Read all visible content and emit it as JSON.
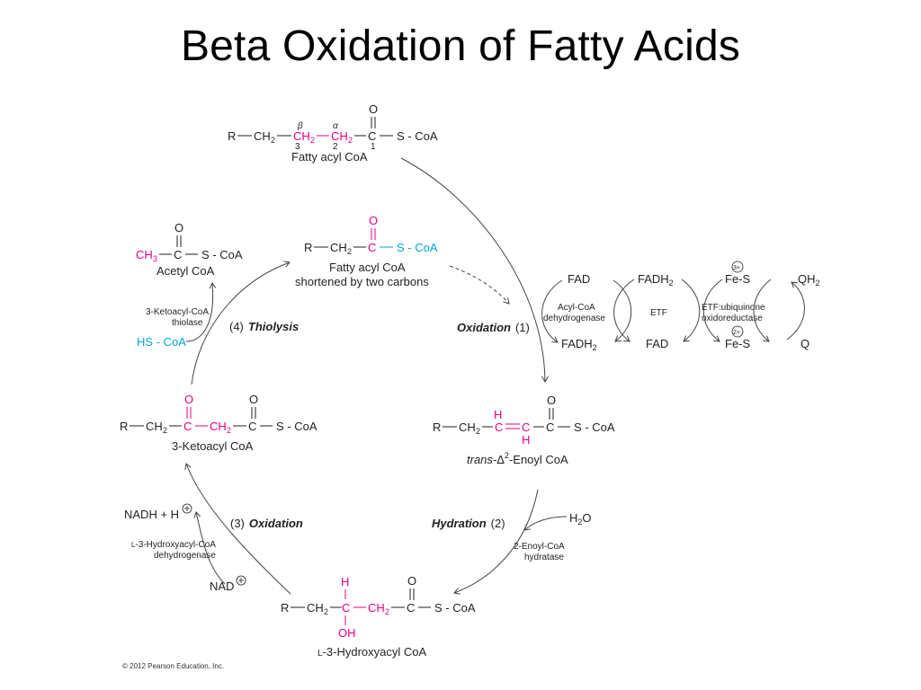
{
  "title": "Beta Oxidation of Fatty Acids",
  "copyright": "© 2012 Pearson Education, Inc.",
  "colors": {
    "magenta": "#e6007e",
    "cyan": "#00a6d6",
    "ink": "#231f20",
    "arrow": "#444444"
  },
  "molecules": {
    "fatty_acyl_coa": {
      "R": "R",
      "ch2_a": "CH",
      "ch2_b": "CH",
      "ch2_c": "CH",
      "c": "C",
      "o": "O",
      "scoa": "S - CoA",
      "sub2": "2",
      "beta": "β",
      "alpha": "α",
      "n3": "3",
      "n2": "2",
      "n1": "1",
      "name": "Fatty acyl CoA"
    },
    "shortened": {
      "R": "R",
      "ch2": "CH",
      "sub2": "2",
      "c": "C",
      "o": "O",
      "scoa": "S - CoA",
      "name1": "Fatty acyl CoA",
      "name2": "shortened by two carbons"
    },
    "acetyl_coa": {
      "ch3": "CH",
      "sub3": "3",
      "c": "C",
      "o": "O",
      "scoa": "S - CoA",
      "name": "Acetyl CoA"
    },
    "enoyl": {
      "R": "R",
      "ch2": "CH",
      "sub2": "2",
      "h_top": "H",
      "c1": "C",
      "c2": "C",
      "h_bot": "H",
      "c3": "C",
      "o": "O",
      "scoa": "S - CoA",
      "name_italic": "trans-",
      "name_delta": "Δ",
      "name_sup": "2",
      "name_rest": "-Enoyl CoA"
    },
    "ketoacyl": {
      "R": "R",
      "ch2_a": "CH",
      "c_k": "C",
      "o_k": "O",
      "ch2_b": "CH",
      "c": "C",
      "o": "O",
      "scoa": "S - CoA",
      "sub2": "2",
      "name": "3-Ketoacyl CoA"
    },
    "hydroxyacyl": {
      "R": "R",
      "ch2_a": "CH",
      "h": "H",
      "c_oh": "C",
      "oh": "OH",
      "ch2_b": "CH",
      "c": "C",
      "o": "O",
      "scoa": "S - CoA",
      "sub2": "2",
      "name_prefix": "L",
      "name": "-3-Hydroxyacyl CoA"
    }
  },
  "steps": {
    "oxidation1": {
      "label": "Oxidation",
      "num": "(1)"
    },
    "hydration": {
      "label": "Hydration",
      "num": "(2)",
      "reagent": "H",
      "reagent_sub": "2",
      "reagent_tail": "O",
      "enzyme1": "2-Enoyl-CoA",
      "enzyme2": "hydratase"
    },
    "oxidation3": {
      "num": "(3)",
      "label": "Oxidation",
      "nadh": "NADH + H",
      "nad": "NAD",
      "enzyme_prefix": "L",
      "enzyme1": "-3-Hydroxyacyl-CoA",
      "enzyme2": "dehydrogenase"
    },
    "thiolysis": {
      "num": "(4)",
      "label": "Thiolysis",
      "enzyme1": "3-Ketoacyl-CoA",
      "enzyme2": "thiolase",
      "hscoa": "HS - CoA"
    }
  },
  "etc": {
    "fad_top": "FAD",
    "fadh2_bot": "FADH",
    "fadh2_top": "FADH",
    "fad_bot": "FAD",
    "sub2": "2",
    "acyl_dh1": "Acyl-CoA",
    "acyl_dh2": "dehydrogenase",
    "etf": "ETF",
    "etfqo1": "ETF:ubiquinone",
    "etfqo2": "oxidoreductase",
    "fes_top": "Fe-S",
    "fes_bot": "Fe-S",
    "charge3": "3+",
    "charge2": "2+",
    "qh2": "QH",
    "q": "Q"
  }
}
